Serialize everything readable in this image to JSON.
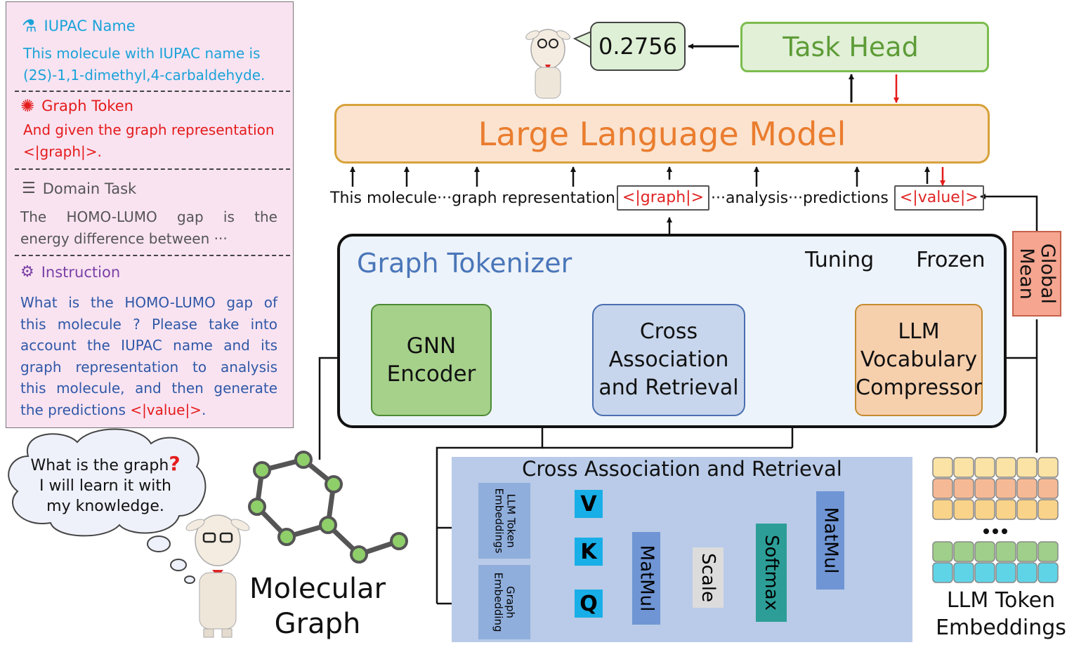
{
  "prompt": {
    "iupac": {
      "title": "IUPAC Name",
      "line1": "This molecule with IUPAC name is",
      "line2": "(2S)-1,1-dimethyl,4-carbaldehyde.",
      "color": "#1ba3d8"
    },
    "graph_token": {
      "title": "Graph Token",
      "line1": "And given the graph representation",
      "line2": "<|graph|>.",
      "color": "#e41b1b"
    },
    "domain_task": {
      "title": "Domain Task",
      "line1": "The HOMO-LUMO gap is the",
      "line2": "energy difference between ···",
      "color": "#555555"
    },
    "instruction": {
      "title": "Instruction",
      "lines": [
        "What is the HOMO-LUMO gap of",
        "this molecule ? Please take into",
        "account the IUPAC name and its",
        "graph representation to analysis",
        "this molecule, and then generate"
      ],
      "last_prefix": "the predictions ",
      "last_token": "<|value|>",
      "last_suffix": ".",
      "color": "#2f58a7"
    }
  },
  "output_value": "0.2756",
  "task_head": "Task Head",
  "llm": "Large Language Model",
  "tokens": {
    "part1": "This molecule···graph representation",
    "graph_token": "<|graph|>",
    "part2": "···analysis···predictions",
    "value_token": "<|value|>"
  },
  "graph_tokenizer": {
    "title": "Graph Tokenizer",
    "legend_tuning": "Tuning",
    "legend_frozen": "Frozen",
    "gnn_line1": "GNN",
    "gnn_line2": "Encoder",
    "car_line1": "Cross",
    "car_line2": "Association",
    "car_line3": "and Retrieval",
    "vc_line1": "LLM",
    "vc_line2": "Vocabulary",
    "vc_line3": "Compressor"
  },
  "global_mean": "Global\nMean",
  "car_detail": {
    "title": "Cross Association and Retrieval",
    "llm_token_emb": "LLM Token\nEmbeddings",
    "graph_emb": "Graph\nEmbedding",
    "v": "V",
    "k": "K",
    "q": "Q",
    "matmul1": "MatMul",
    "scale": "Scale",
    "softmax": "Softmax",
    "matmul2": "MatMul"
  },
  "thought": {
    "line1": "What is the graph",
    "qmark": "?",
    "line2": "I will learn it with",
    "line3": "my knowledge."
  },
  "molecular_graph": {
    "line1": "Molecular",
    "line2": "Graph"
  },
  "llm_token_embeddings": {
    "line1": "LLM Token",
    "line2": "Embeddings"
  },
  "colors": {
    "tuning_fire": "#e8251b",
    "frozen_snow": "#1ba3e8",
    "arrow": "#111111",
    "gradient_arrow": "#e41b1b"
  }
}
